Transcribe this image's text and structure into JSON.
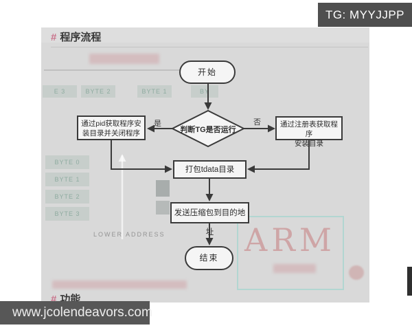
{
  "watermarks": {
    "top": "TG: MYYJJPP",
    "bottom": "www.jcolendeavors.com"
  },
  "sections": {
    "flow": {
      "hash": "#",
      "title": "程序流程"
    },
    "features": {
      "hash": "#",
      "title": "功能"
    }
  },
  "flowchart": {
    "start": "开始",
    "decision": "判断TG是否运行",
    "yes_label": "是",
    "no_label": "否",
    "left_line1": "通过pid获取程序安",
    "left_line2": "装目录并关闭程序",
    "right_line1": "通过注册表获取程序",
    "right_line2": "安装目录",
    "package": "打包tdata目录",
    "send": "发送压缩包到目的地址",
    "end": "结束"
  },
  "background": {
    "byte_row": [
      "E 3",
      "BYTE 2",
      "BYTE 1",
      "BY"
    ],
    "byte_col": [
      "BYTE 0",
      "BYTE 1",
      "BYTE 2",
      "BYTE 3"
    ],
    "lower_address": "LOWER ADDRESS",
    "arm_text": "ARM"
  },
  "colors": {
    "accent_pink": "#c9748c",
    "flow_stroke": "#3a3a3a",
    "content_bg": "#d9d9d9",
    "badge_bg": "#4f4f4f",
    "watermark_bg": "#575757",
    "bg_teal": "#91d4ca",
    "bg_red": "#bc5254"
  }
}
